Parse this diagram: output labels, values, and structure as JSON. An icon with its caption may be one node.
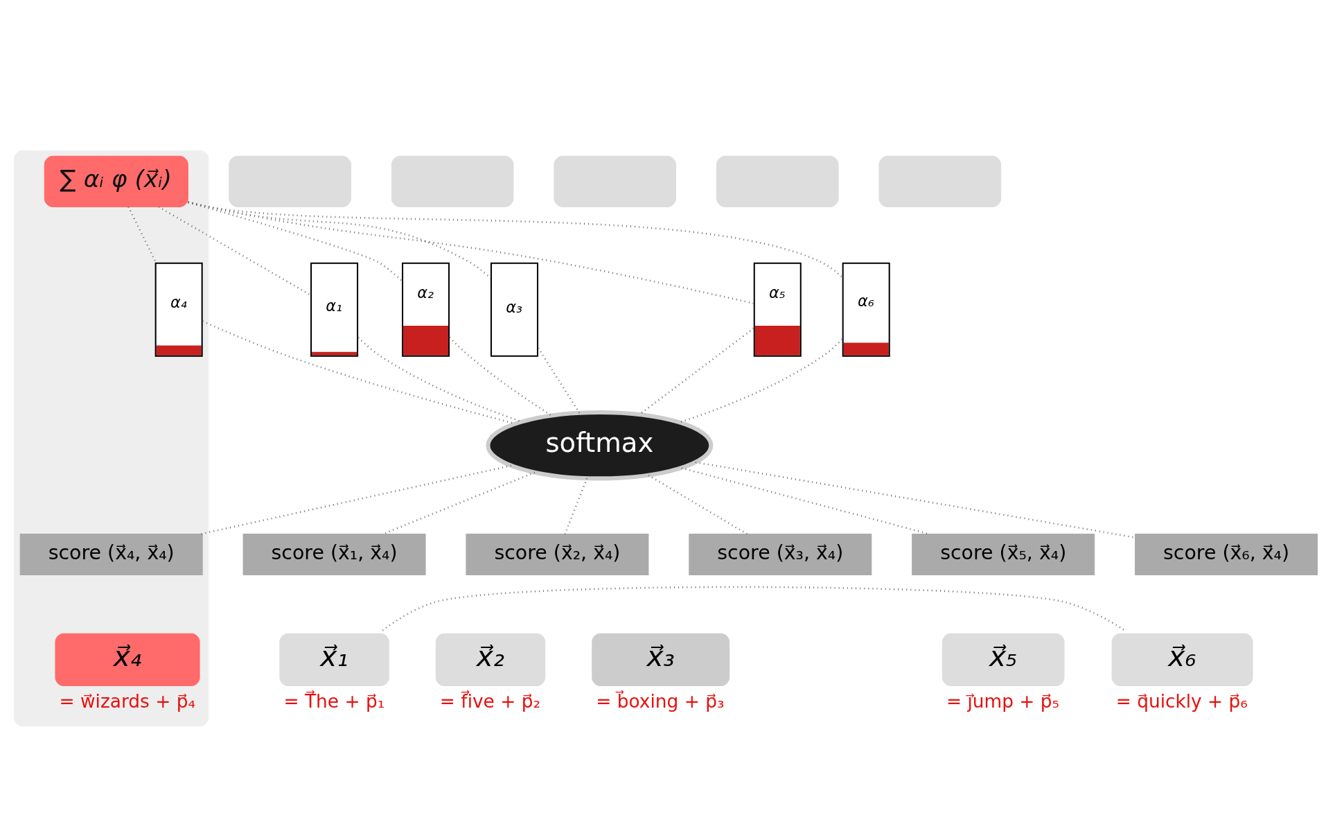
{
  "diagram": {
    "nodes": [
      {
        "text": [],
        "shape": "band"
      },
      {
        "text": [],
        "shape": "box"
      },
      {
        "text": [],
        "shape": "box"
      },
      {
        "text": [],
        "shape": "box"
      },
      {
        "text": [
          "∑ αᵢ φ (x⃗ᵢ)"
        ],
        "in": 0
      },
      {
        "text": [],
        "shape": "box"
      },
      {
        "text": [],
        "shape": "box"
      },
      {
        "text": [
          "α₁"
        ]
      },
      {
        "text": [
          "α₂"
        ]
      },
      {
        "text": [
          "α₃"
        ]
      },
      {
        "text": [
          "α₄"
        ],
        "in": 0
      },
      {
        "text": [
          "α₅"
        ]
      },
      {
        "text": [
          "α₆"
        ]
      },
      {
        "text": [
          "softmax"
        ]
      },
      {
        "text": [
          "score (x⃗₁, x⃗₄)"
        ]
      },
      {
        "text": [
          "score (x⃗₂, x⃗₄)"
        ]
      },
      {
        "text": [
          "score (x⃗₃, x⃗₄)"
        ]
      },
      {
        "text": [
          "score (x⃗₄, x⃗₄)"
        ],
        "in": 0
      },
      {
        "text": [
          "score (x⃗₅, x⃗₄)"
        ]
      },
      {
        "text": [
          "score (x⃗₆, x⃗₄)"
        ]
      },
      {
        "text": [
          "x⃗₁"
        ],
        "beside": [
          "= T⃗he + p⃗₁"
        ]
      },
      {
        "text": [
          "x⃗₂"
        ],
        "beside": [
          "= f⃗ive + p⃗₂"
        ]
      },
      {
        "text": [
          "x⃗₃"
        ],
        "beside": [
          "= b⃗oxing + p⃗₃"
        ]
      },
      {
        "text": [
          "x⃗₄"
        ],
        "beside": [
          "= w⃗izards + p⃗₄"
        ],
        "in": 0
      },
      {
        "text": [
          "x⃗₅"
        ],
        "beside": [
          "= j⃗ump + p⃗₅"
        ]
      },
      {
        "text": [
          "x⃗₆"
        ],
        "beside": [
          "= q⃗uickly + p⃗₆"
        ]
      }
    ],
    "edges": [
      {
        "from": 4,
        "to": 7,
        "arrow": "none",
        "style": "dashed"
      },
      {
        "from": 4,
        "to": 8,
        "arrow": "none",
        "style": "dashed"
      },
      {
        "from": 4,
        "to": 9,
        "arrow": "none",
        "style": "dashed"
      },
      {
        "from": 4,
        "to": 10,
        "arrow": "none",
        "style": "dashed"
      },
      {
        "from": 4,
        "to": 11,
        "arrow": "none",
        "style": "dashed"
      },
      {
        "from": 4,
        "to": 12,
        "arrow": "none",
        "style": "dashed"
      },
      {
        "from": 7,
        "to": 13,
        "arrow": "none",
        "style": "dashed"
      },
      {
        "from": 8,
        "to": 13,
        "arrow": "none",
        "style": "dashed"
      },
      {
        "from": 9,
        "to": 13,
        "arrow": "none",
        "style": "dashed"
      },
      {
        "from": 10,
        "to": 13,
        "arrow": "none",
        "style": "dashed"
      },
      {
        "from": 11,
        "to": 13,
        "arrow": "none",
        "style": "dashed"
      },
      {
        "from": 12,
        "to": 13,
        "arrow": "none",
        "style": "dashed"
      },
      {
        "from": 13,
        "to": 14,
        "arrow": "none",
        "style": "dashed"
      },
      {
        "from": 13,
        "to": 15,
        "arrow": "none",
        "style": "dashed"
      },
      {
        "from": 13,
        "to": 16,
        "arrow": "none",
        "style": "dashed"
      },
      {
        "from": 13,
        "to": 17,
        "arrow": "none",
        "style": "dashed"
      },
      {
        "from": 13,
        "to": 18,
        "arrow": "none",
        "style": "dashed"
      },
      {
        "from": 13,
        "to": 19,
        "arrow": "none",
        "style": "dashed"
      },
      {
        "from": 20,
        "to": 25,
        "arrow": "none",
        "style": "dashed"
      }
    ]
  }
}
